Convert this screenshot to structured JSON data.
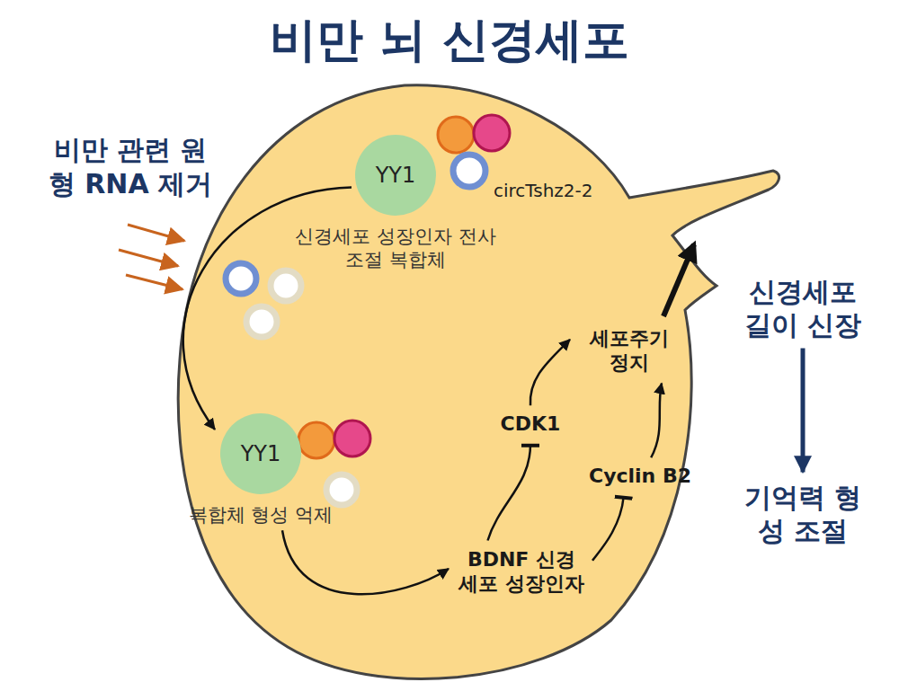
{
  "diagram": {
    "title": "비만 뇌 신경세포",
    "nodes": [
      {
        "text": [
          "YY1",
          "신경세포 성장인자 전사조절 복합체"
        ]
      },
      {
        "text": [
          "YY1",
          "복합체 형성 억제"
        ]
      },
      {
        "text": [
          "BDNF 신경세포 성장인자"
        ]
      },
      {
        "text": [
          "CDK1"
        ]
      },
      {
        "text": [
          "Cyclin B2"
        ]
      },
      {
        "text": [
          "세포주기 정지"
        ]
      },
      {
        "text": [
          "신경세포 길이 신장"
        ]
      },
      {
        "text": [
          "기억력 형성 조절"
        ]
      }
    ],
    "edges": [
      {
        "from": 0,
        "to": 1,
        "arrow": "to"
      },
      {
        "from": 1,
        "to": 2,
        "arrow": "to"
      },
      {
        "from": 2,
        "to": 3,
        "arrow": "to"
      },
      {
        "from": 2,
        "to": 4,
        "arrow": "to"
      },
      {
        "from": 3,
        "to": 5,
        "arrow": "to"
      },
      {
        "from": 4,
        "to": 5,
        "arrow": "to"
      },
      {
        "from": 6,
        "to": 7,
        "arrow": "to"
      }
    ],
    "labels": [
      "비만 관련 원형 RNA 제거",
      "circTshz2-2"
    ]
  }
}
